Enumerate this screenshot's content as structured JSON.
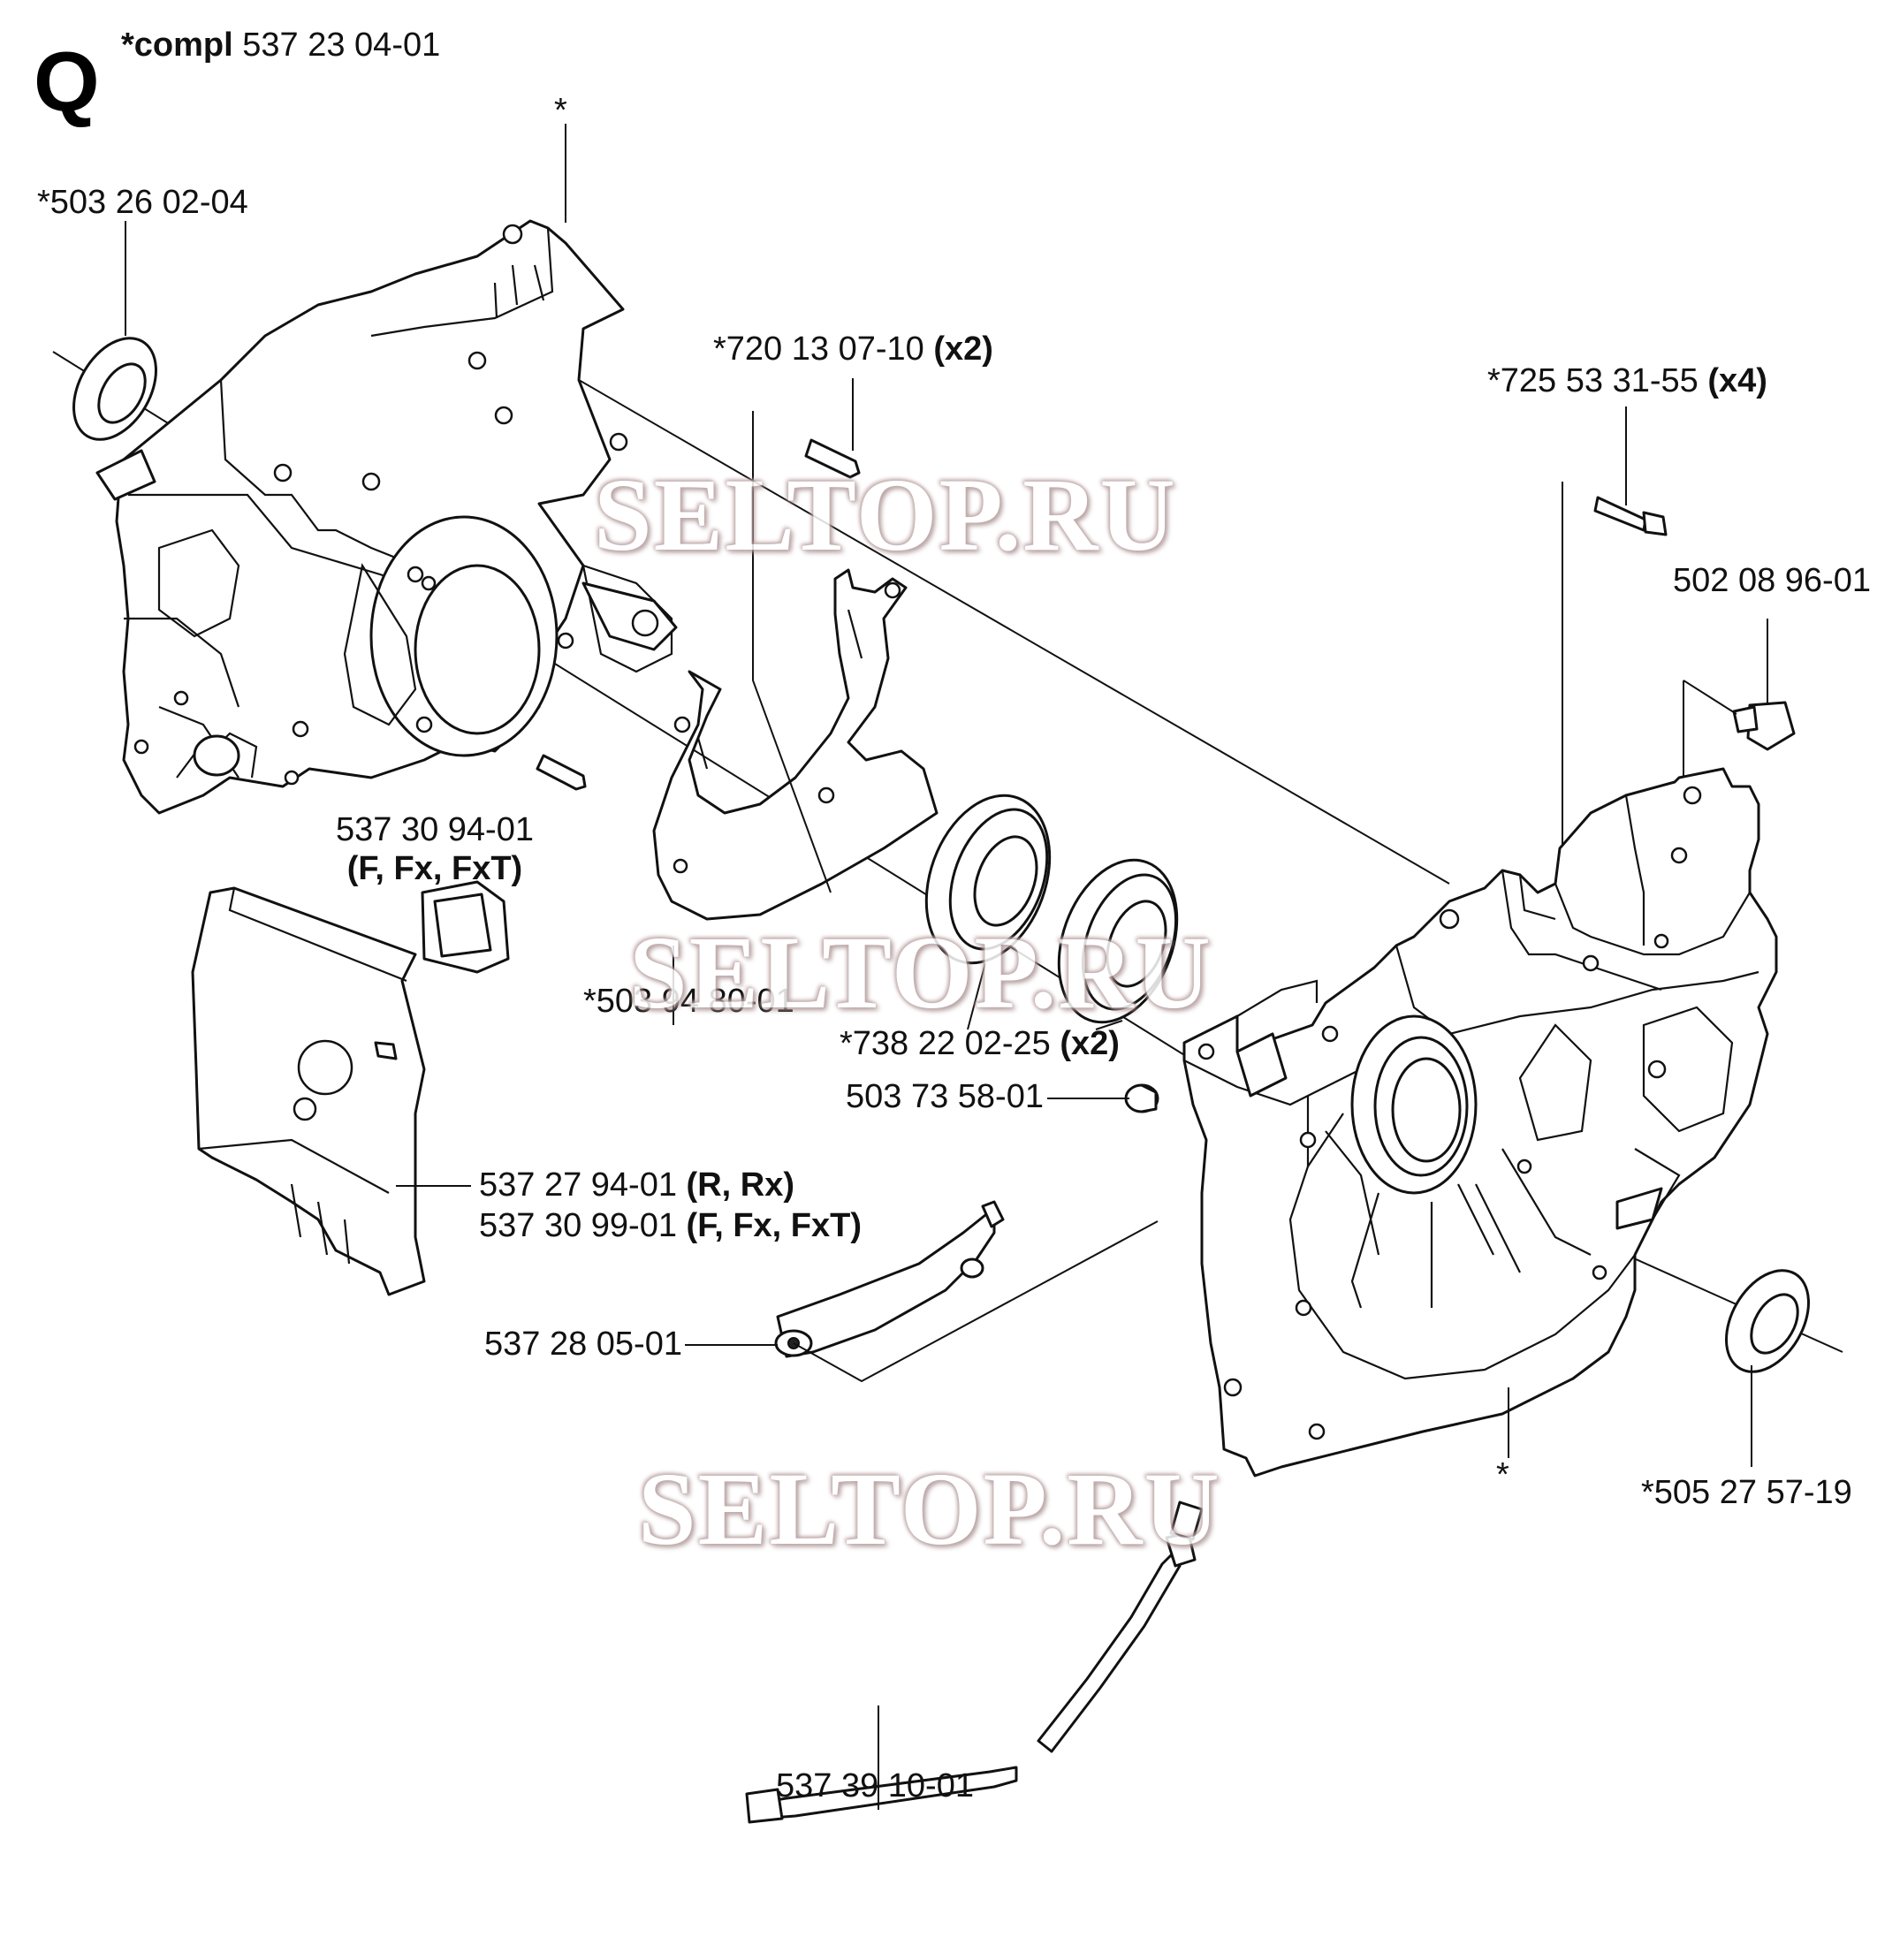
{
  "section": "Q",
  "assembly": {
    "prefix": "*compl",
    "number": "537 23 04-01"
  },
  "star": "*",
  "labels": {
    "seal_left": "*503 26 02-04",
    "pin": "*720 13 07-10",
    "pin_qty": "(x2)",
    "screw": "*725 53 31-55",
    "screw_qty": "(x4)",
    "nut": "502 08 96-01",
    "spacer": "537 30 94-01",
    "spacer_models": "(F, Fx, FxT)",
    "gasket": "*503 94 80-01",
    "bearing": "*738 22 02-25",
    "bearing_qty": "(x2)",
    "grommet": "503 73 58-01",
    "plate_a": "537 27 94-01",
    "plate_a_models": "(R, Rx)",
    "plate_b": "537 30 99-01",
    "plate_b_models": "(F, Fx, FxT)",
    "bracket": "537 28 05-01",
    "seal_right": "*505 27 57-19",
    "cable": "537 39 10-01"
  },
  "watermark": "SELTOP.RU"
}
